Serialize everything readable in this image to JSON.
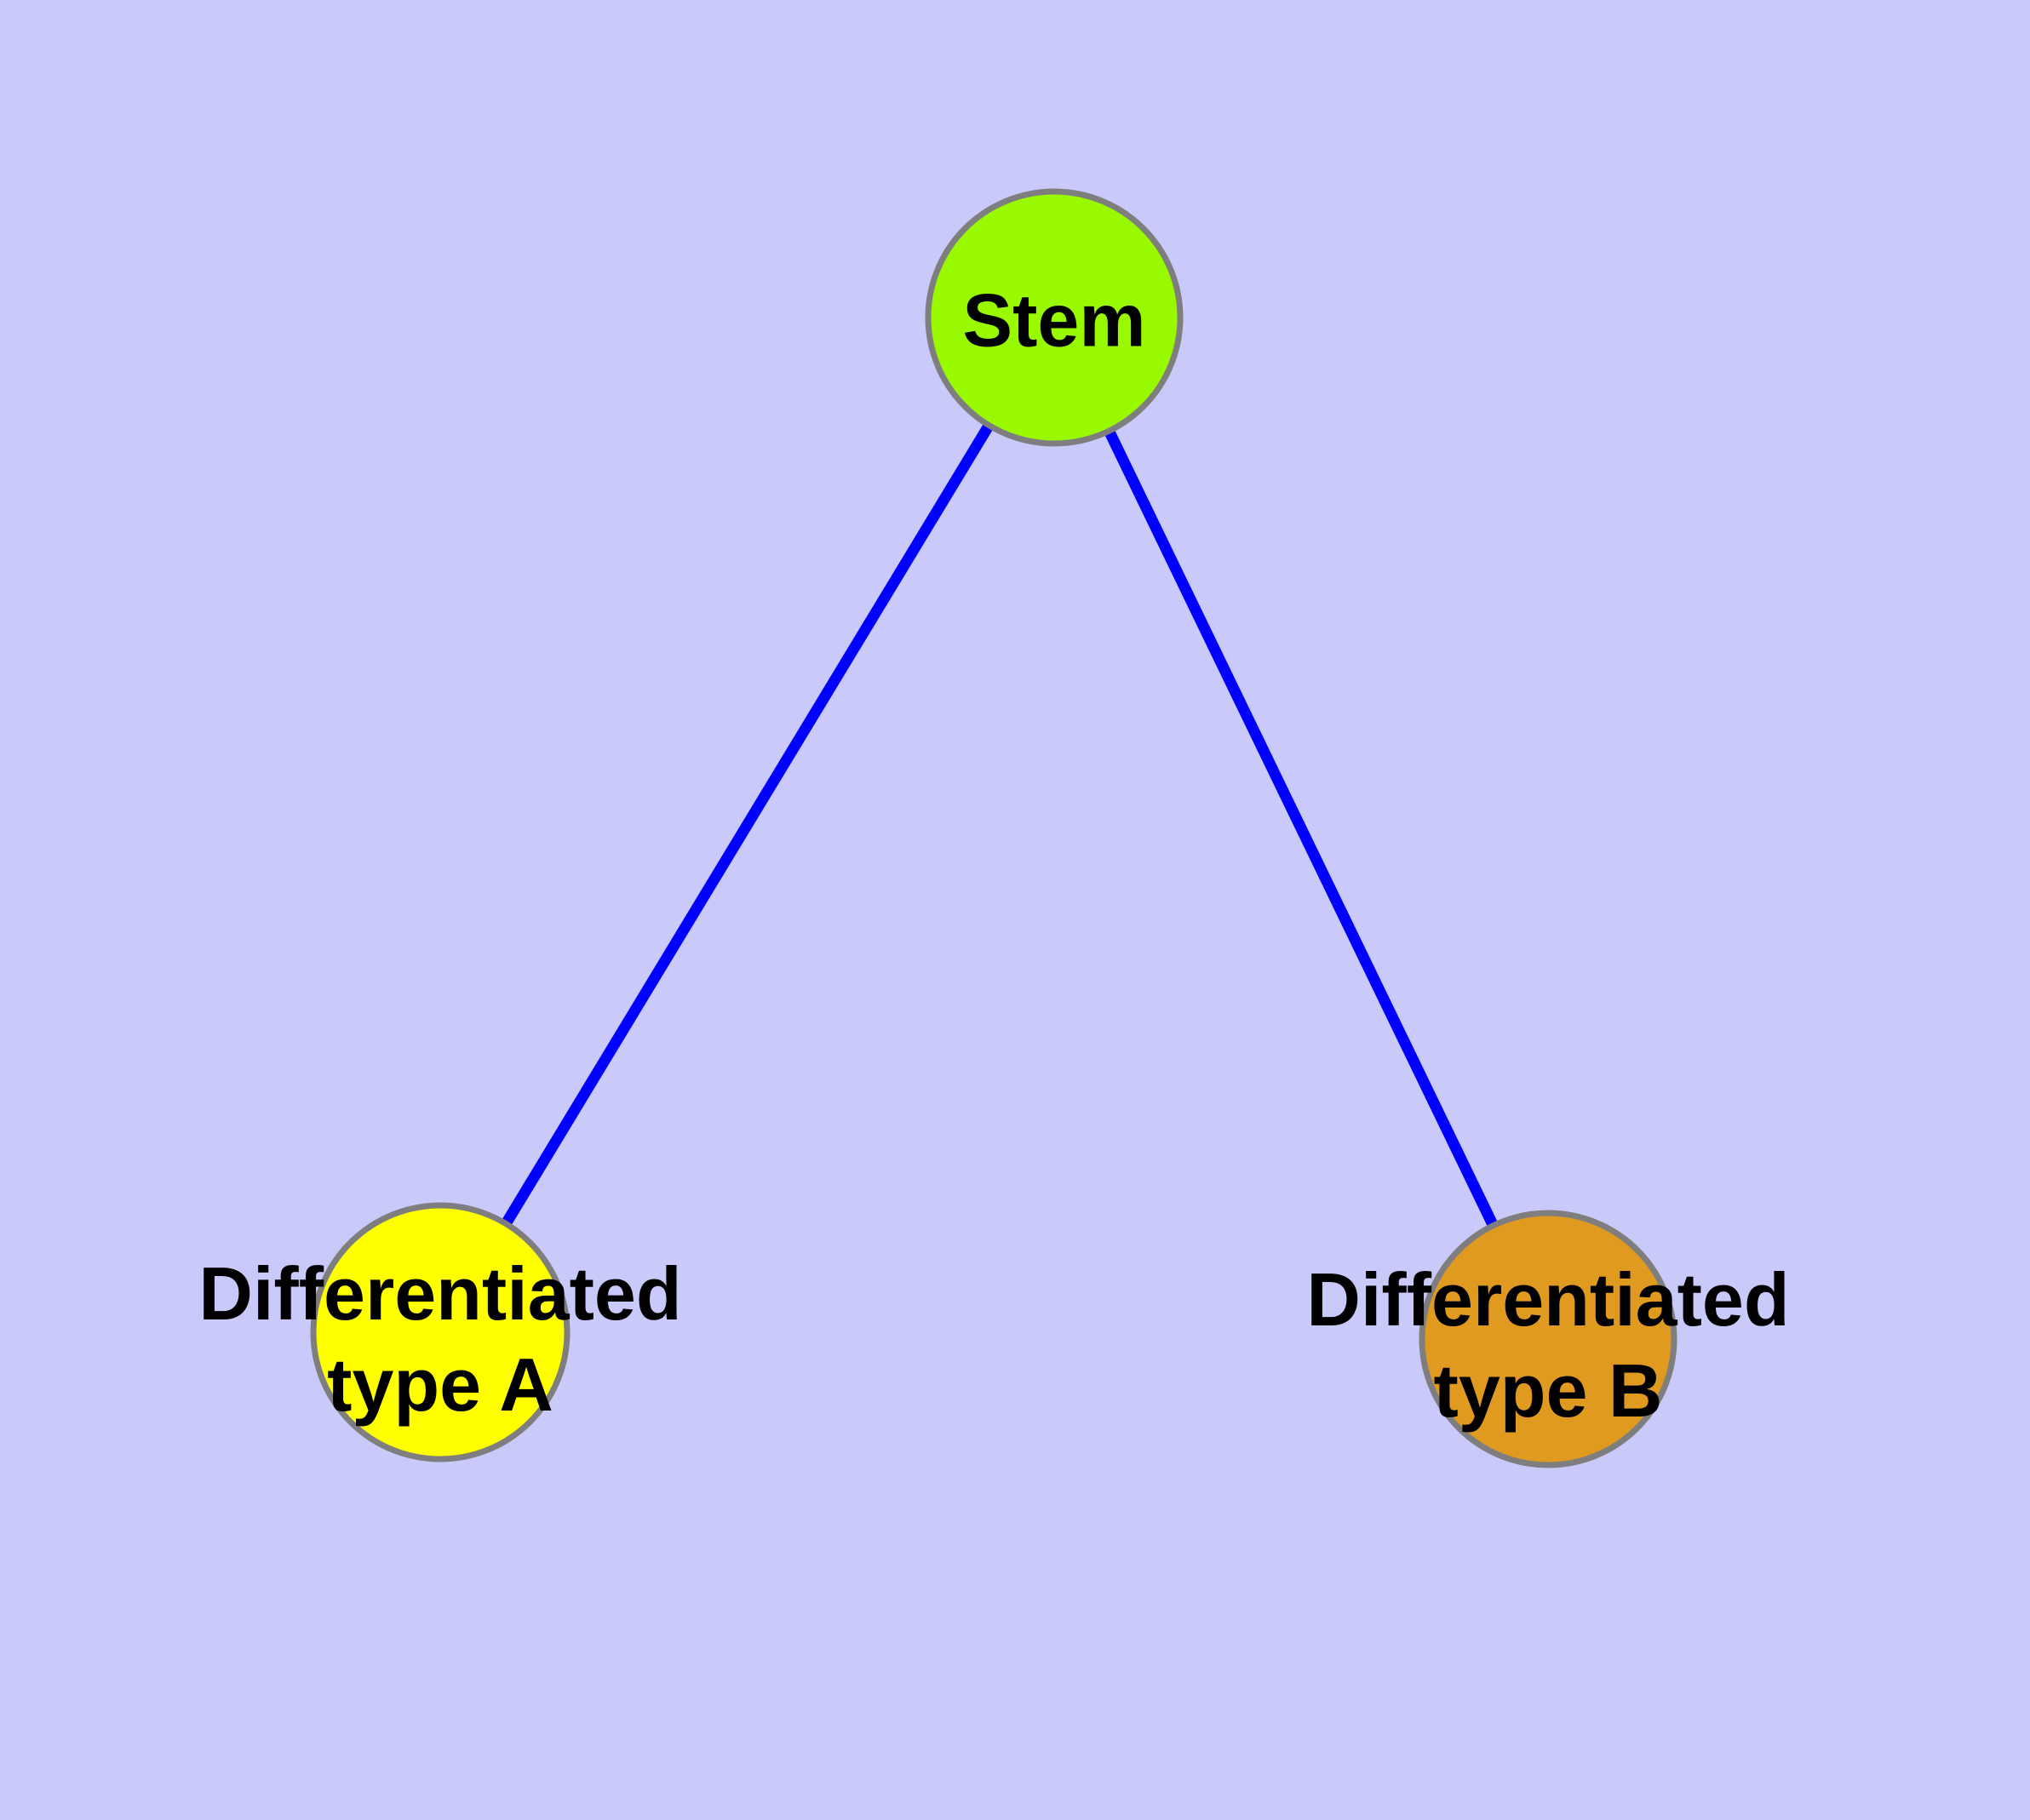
{
  "canvas": {
    "background_color": "#cacafa"
  },
  "text_color": "#000000",
  "nodes": [
    {
      "id": "stem",
      "label": "Stem",
      "fill_color": "#99fa00",
      "border_color": "#7e7e7e"
    },
    {
      "id": "differentiated-type-a",
      "label": "Differentiated\ntype A",
      "fill_color": "#ffff00",
      "border_color": "#7e7e7e"
    },
    {
      "id": "differentiated-type-b",
      "label": "Differentiated\ntype B",
      "fill_color": "#e09a20",
      "border_color": "#7e7e7e"
    }
  ],
  "edges": {
    "color": "#0000ff",
    "connections": [
      {
        "from": "Stem",
        "to": "Differentiated type A"
      },
      {
        "from": "Stem",
        "to": "Differentiated type B"
      }
    ]
  }
}
